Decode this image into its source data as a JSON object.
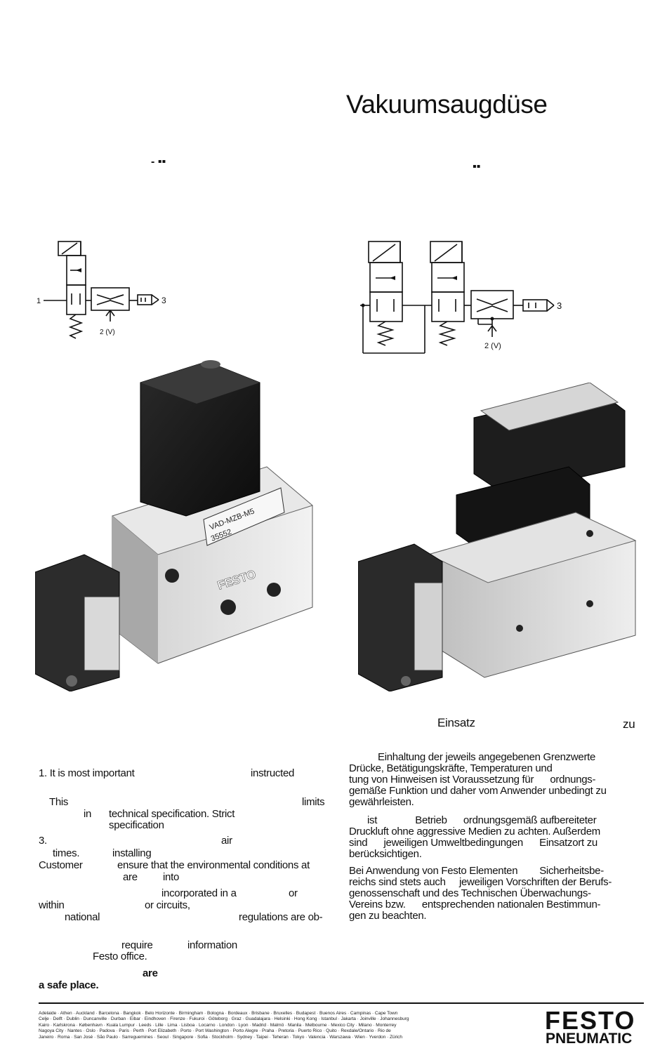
{
  "header": {
    "title": "Vakuumsaugdüse",
    "fragment_left": "- ▪▪",
    "fragment_right": "▪▪"
  },
  "diagram_left": {
    "port1": "1",
    "port2": "2 (V)",
    "port3": "3"
  },
  "diagram_right": {
    "port2": "2 (V)",
    "port3": "3"
  },
  "product_left": {
    "label_line1": "VAD-MZB-M5",
    "label_line2": "35552",
    "brand": "FESTO"
  },
  "german": {
    "heading_left": "Einsatz",
    "heading_right": "zu",
    "lines": [
      "Einhaltung der jeweils angegebenen Grenzwerte",
      "Drücke, Betätigungskräfte, Temperaturen und",
      "tung von Hinweisen ist Voraussetzung für      ordnungs-",
      "gemäße Funktion und daher vom Anwender unbedingt zu",
      "gewährleisten.",
      "ist              Betrieb      ordnungsgemäß aufbereiteter",
      "Druckluft ohne aggressive Medien zu achten. Außerdem",
      "sind      jeweiligen Umweltbedingungen      Einsatzort zu",
      "berücksichtigen.",
      "Bei Anwendung von Festo Elementen        Sicherheitsbe-",
      "reichs sind stets auch     jeweiligen Vorschriften der Berufs-",
      "genossenschaft und des Technischen Überwachungs-",
      "Vereins bzw.      entsprechenden nationalen Bestimmun-",
      "gen zu beachten."
    ]
  },
  "english": {
    "l1a": "1. It is most important",
    "l1b": "instructed",
    "l2a": "This",
    "l2b": "limits",
    "l3a": "in",
    "l3b": "technical specification. Strict",
    "l4": "specification",
    "l5a": "3.",
    "l5b": "air",
    "l6a": "times.",
    "l6b": "installing",
    "l7a": "Customer",
    "l7b": "ensure that the environmental conditions at",
    "l8a": "are",
    "l8b": "into",
    "l9a": "incorporated in a",
    "l9b": "or",
    "l10a": "within",
    "l10b": "or circuits,",
    "l11a": "national",
    "l11b": "regulations are ob-",
    "l12a": "require",
    "l12b": "information",
    "l13": "Festo office.",
    "l14": "are",
    "l15": "a safe place."
  },
  "footer": {
    "cities": [
      "Adelaide · Athen · Auckland · Barcelona · Bangkok · Belo Horizonte · Birmingham · Bologna · Bordeaux · Brisbane · Bruxelles · Budapest · Buenos Aires · Campinas · Cape Town",
      "Celje · Delft · Dublin · Duncanville · Durban · Eibar · Eindhoven · Firenze · Fukuroi · Göteborg · Graz · Guadalajara · Helsinki · Hong Kong · Istanbul · Jakarta · Joinville · Johannesburg",
      "Kairo · Karlskrona · København · Kuala Lumpur · Leeds · Lille · Lima · Lisboa · Locarno · London · Lyon · Madrid · Malmö · Manila · Melbourne · Mexico City · Milano · Monterrey",
      "Nagoya City · Nantes · Oslo · Padova · Paris · Perth · Port Elizabeth · Porto · Port Washington · Porto Alegre · Praha · Pretoria · Puerto Rico · Quito · Rexdale/Ontario · Rio de",
      "Janeiro · Roma · San José · São Paulo · Sarreguemines · Seoul · Singapore · Sofia · Stockholm · Sydney · Taipei · Teheran · Tokyo · Valencia · Warszawa · Wien · Yverdon · Zürich"
    ],
    "logo_top": "FESTO",
    "logo_bottom": "PNEUMATIC"
  }
}
